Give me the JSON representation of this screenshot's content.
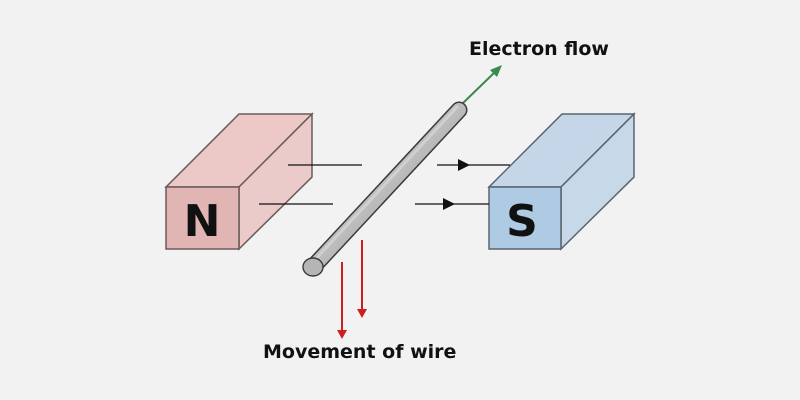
{
  "diagram": {
    "title": "Electromagnetic induction: wire moving through magnetic field",
    "labels": {
      "electron_flow": "Electron flow",
      "movement_of_wire": "Movement of wire"
    },
    "magnets": {
      "north": {
        "letter": "N",
        "front_color": "#e2b5b5",
        "side_color": "#ebcaca",
        "top_color": "#ecc8c6"
      },
      "south": {
        "letter": "S",
        "front_color": "#aecbe3",
        "side_color": "#c7d8e9",
        "top_color": "#c4d6e8"
      }
    },
    "colors": {
      "electron_arrow": "#3a8a4f",
      "movement_arrow": "#cc1f1f",
      "field_line": "#111111",
      "wire": "#a9a9a9",
      "background": "#f2f2f2"
    }
  }
}
